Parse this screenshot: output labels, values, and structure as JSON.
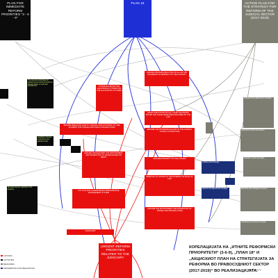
{
  "headers": {
    "left": "PLAN FOR IMMEDIATE REFORM PRIORITIES \"3 - 6 - 9\"",
    "center": "PLAN 18",
    "right": "ACTION PLAN FOR THE STRATEGY FOR REFORM OF THE JUDICIAL SECTOR (2017-2019)",
    "bottom": "URGENT REFORM PRIORITIES RELATED TO THE JUDICIARY"
  },
  "red_boxes": {
    "r1": "ENSURE PROPER EXECUTION OF ALL ECTHR JUDGMENTS IN RESPECT OF THE COUNTRY",
    "r2": "INTRODUCE EFFECTIVE ELECTRONIC SYSTEM FOR THE ALLOCATION OF CASES",
    "r3": "MAKE PUBLICATION OF ALL COURT DECISIONS WITHIN THE CLEAR DEADLINES PROVIDED BY THE LAW",
    "r4": "ENSURE ADEQUATE QUALITY, BUDGET AND AUTONOMY OF THE ACADEMY FOR JUDGES AND PUBLIC PROSECUTORS",
    "r5": "ENSURE THE PROFESSIONALISM OF THE JUDICIAL COUNCIL IN PRACTICE",
    "r6": "ENSURE PROCEDURES FOR APPOINTMENT AND PROMOTION OF JUDGES BASED ON MERIT",
    "r7": "ENSURE INTEGRITY OF THE JUDGES",
    "r8": "REMOVAL OF JUDGES IN THE INTEREST OF RULE OF LAW",
    "r9": "PUT IN PLACE A HARMONISED PERFORMANCE MANAGEMENT SYSTEM",
    "r10": "ENSURE THE APPOINTMENT AND PROMOTION OF JUDGES AND PROSECUTORS",
    "r11": "JUDICIARY"
  },
  "black_boxes": {
    "b1": "The relevant methodology for judicial council members should be adopted based on merit and transparency",
    "b2": "Legislative changes to the law on the judicial council",
    "b3": "Strengthening the capacities of the academy"
  },
  "gray_boxes": {
    "g1": "Analysis of the judicial reform activities",
    "g2": "Improvement of the court system",
    "g3": "Evaluation system for judges",
    "g4": "Electronic case management system",
    "g5": "Transparency and access to justice"
  },
  "navy_boxes": {
    "n1": "Judicial council strategy",
    "n2": "Rules for the appointment of judges"
  },
  "legend": [
    {
      "label": "ACTIONS",
      "color": "#e8100f"
    },
    {
      "label": "ACTIVITIES",
      "color": "#0b0b0b"
    },
    {
      "label": "MEASURES",
      "color": "#7d7d72"
    },
    {
      "label": "INFORMATION FOR REALIZATION",
      "color": "#1a2f78"
    }
  ],
  "caption": "КОРЕЛАЦИЈАТА НА „ИТНИТЕ РЕФОРМСКИ ПРИОРИТЕТИ“ (3-6-9), „ПЛАН 18“ И „АКЦИСКИОТ ПЛАН НА СТРАТЕГИЈАТА ЗА РЕФОРМА ВО ПРАВОСУДНИОТ СЕКТОР (2017-2019)“ ВО РЕАЛИЗАЦИЈАТА.",
  "note": "Подготвено од",
  "colors": {
    "red": "#e8100f",
    "blue": "#1f2fd6",
    "black": "#0b0b0b",
    "gray": "#7d7d72",
    "navy": "#1a2f78"
  }
}
